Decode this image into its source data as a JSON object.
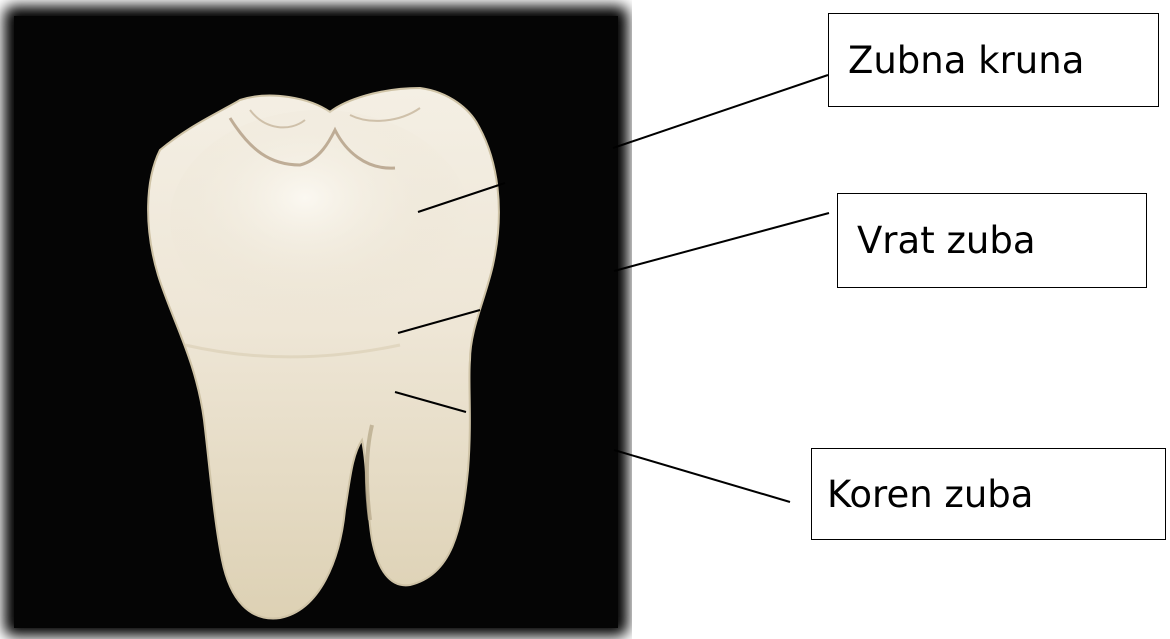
{
  "colors": {
    "photo_background": "#000000",
    "tooth_enamel": "#efe9dc",
    "tooth_root": "#e6dcc2",
    "label_border": "#000000",
    "leader_line": "#000000"
  },
  "labels": {
    "crown": "Zubna kruna",
    "neck": "Vrat zuba",
    "root": "Koren zuba"
  }
}
